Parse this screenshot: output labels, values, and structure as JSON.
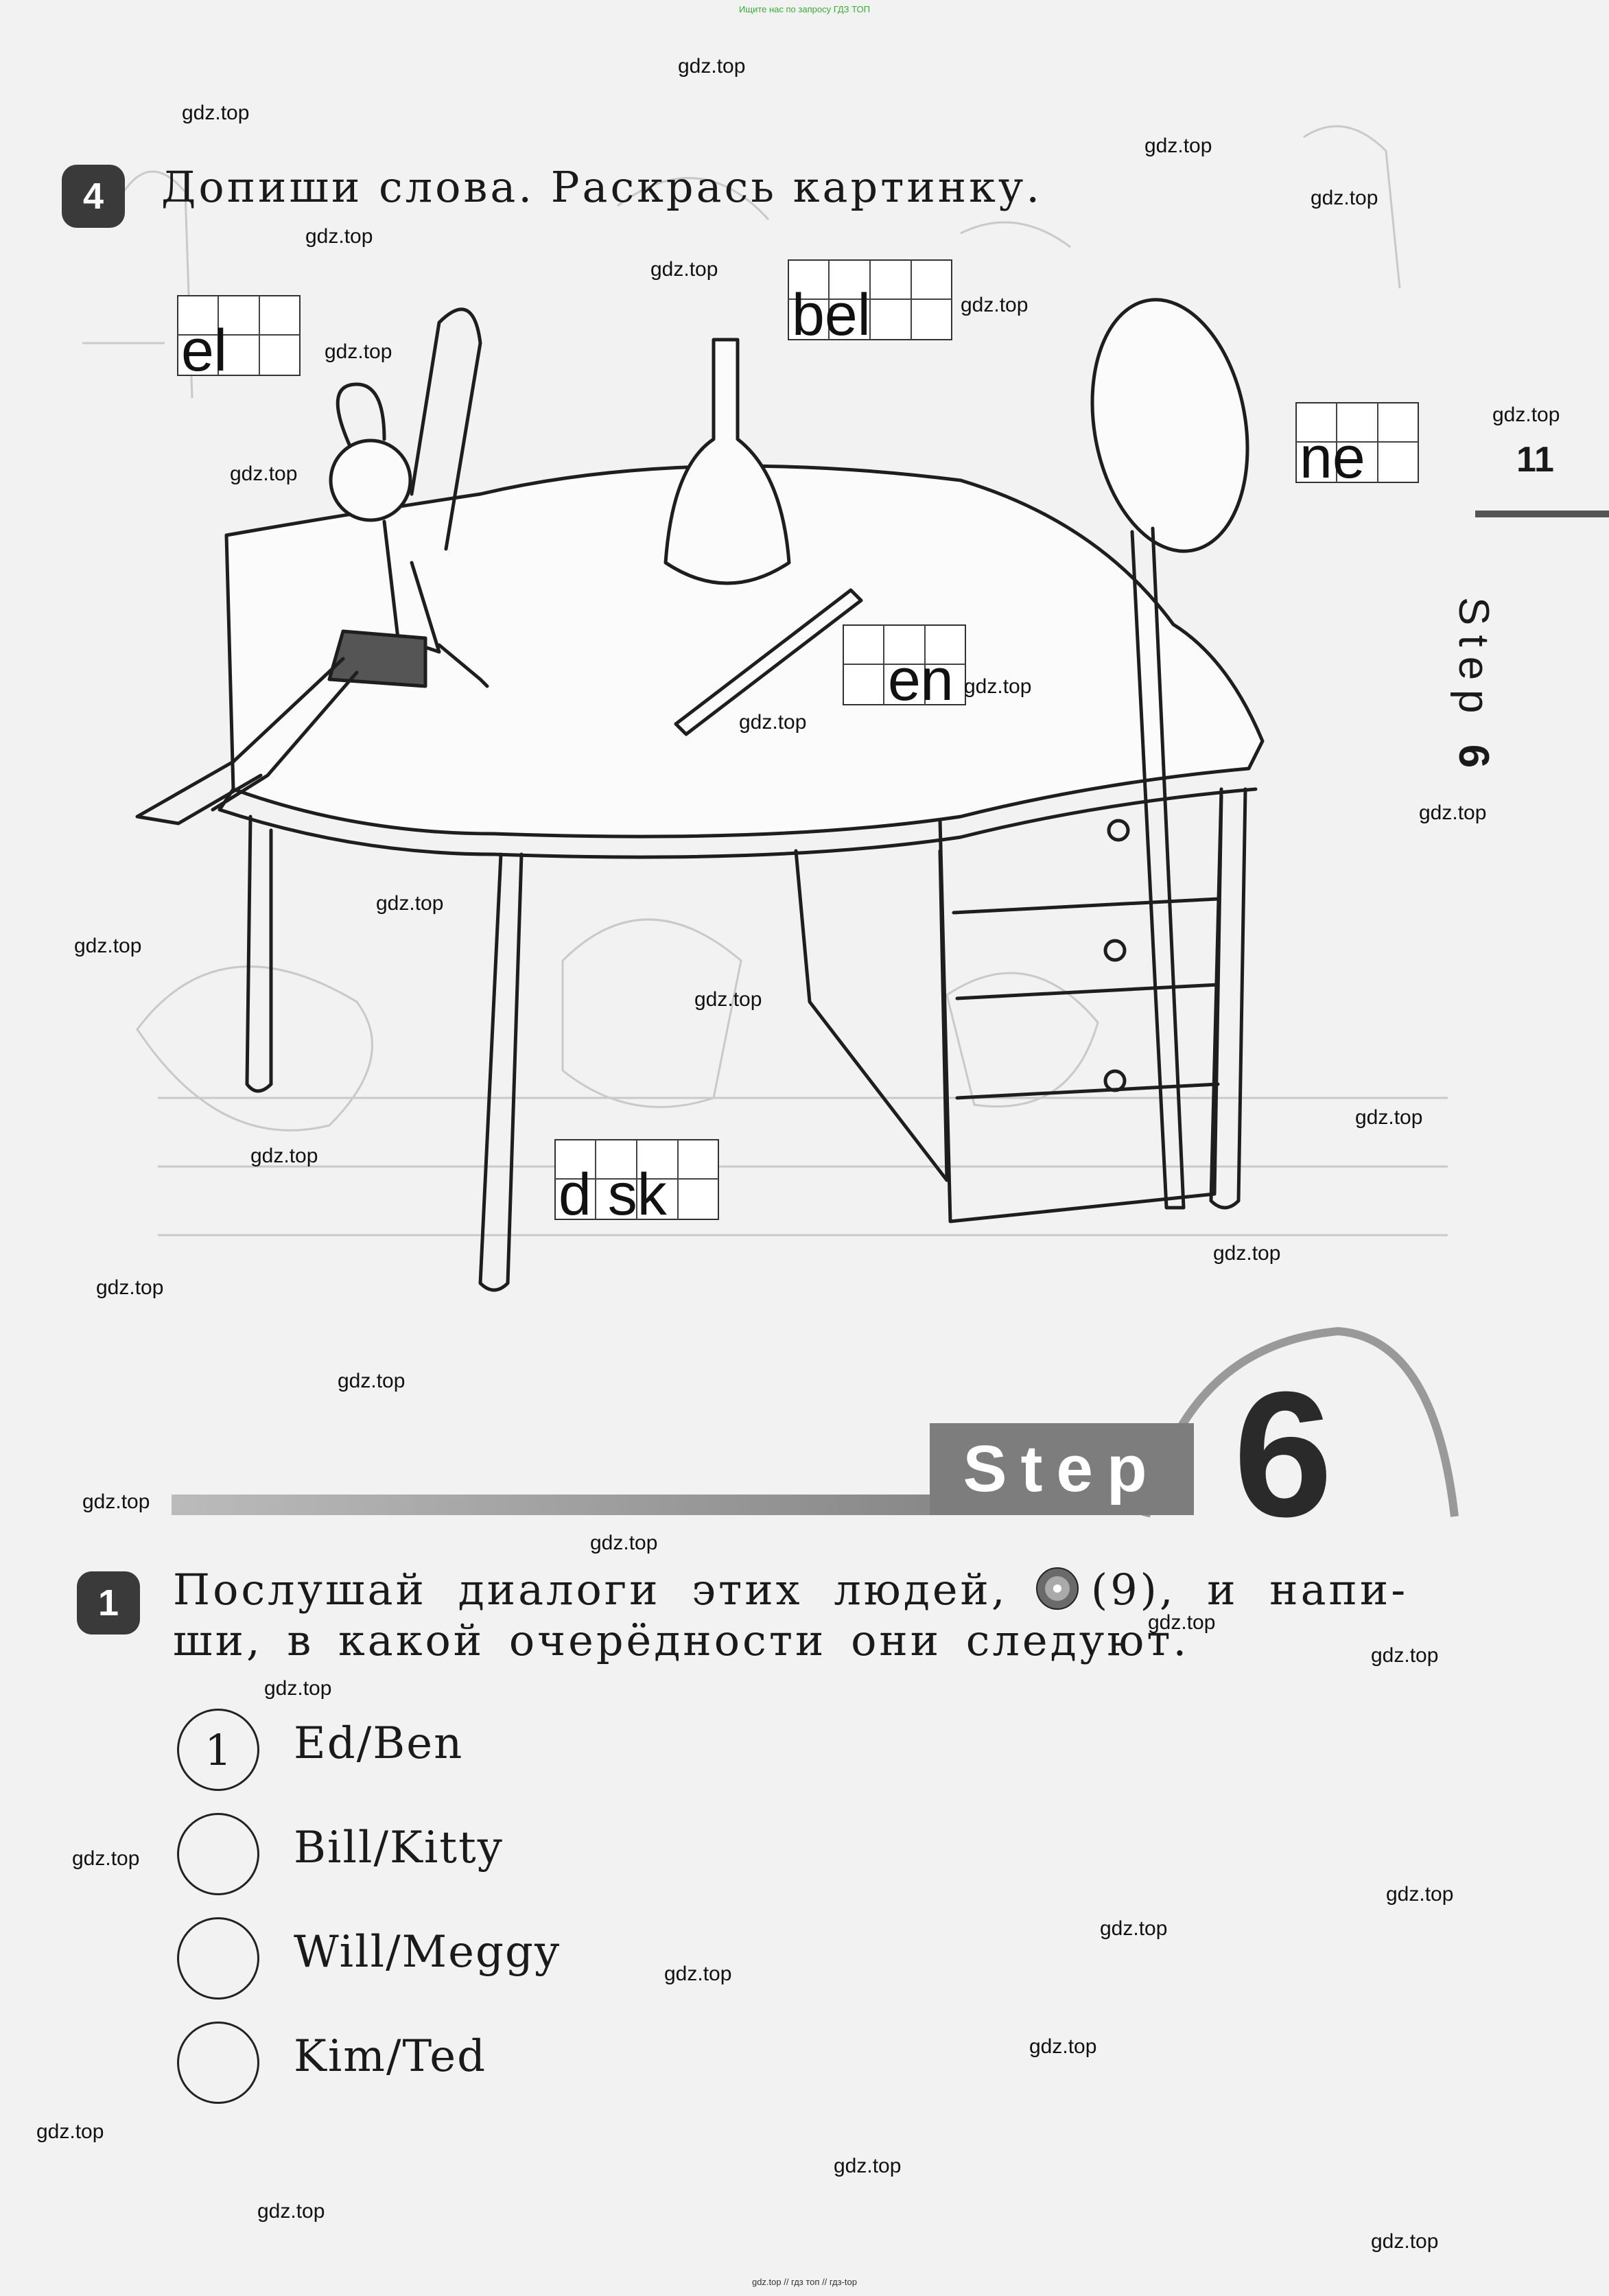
{
  "top_note": "Ищите нас по запросу ГДЗ ТОП",
  "footer_note": "gdz.top // гдз топ // гдз-top",
  "page_number": "11",
  "side_tab": {
    "word": "Step",
    "number": "6"
  },
  "task4": {
    "number": "4",
    "instruction": "Допиши слова. Раскрась картинку.",
    "words": [
      "el",
      "bel",
      "ne",
      "en",
      "d sk"
    ]
  },
  "step_banner": {
    "word": "Step",
    "number": "6"
  },
  "task1": {
    "number": "1",
    "instruction_line1": "Послушай диалоги этих людей,",
    "track": "(9), и напи-",
    "instruction_line2": "ши, в какой очерёдности они следуют.",
    "pairs": [
      {
        "order": "1",
        "names": "Ed/Ben"
      },
      {
        "order": "",
        "names": "Bill/Kitty"
      },
      {
        "order": "",
        "names": "Will/Meggy"
      },
      {
        "order": "",
        "names": "Kim/Ted"
      }
    ]
  },
  "watermark": "gdz.top"
}
